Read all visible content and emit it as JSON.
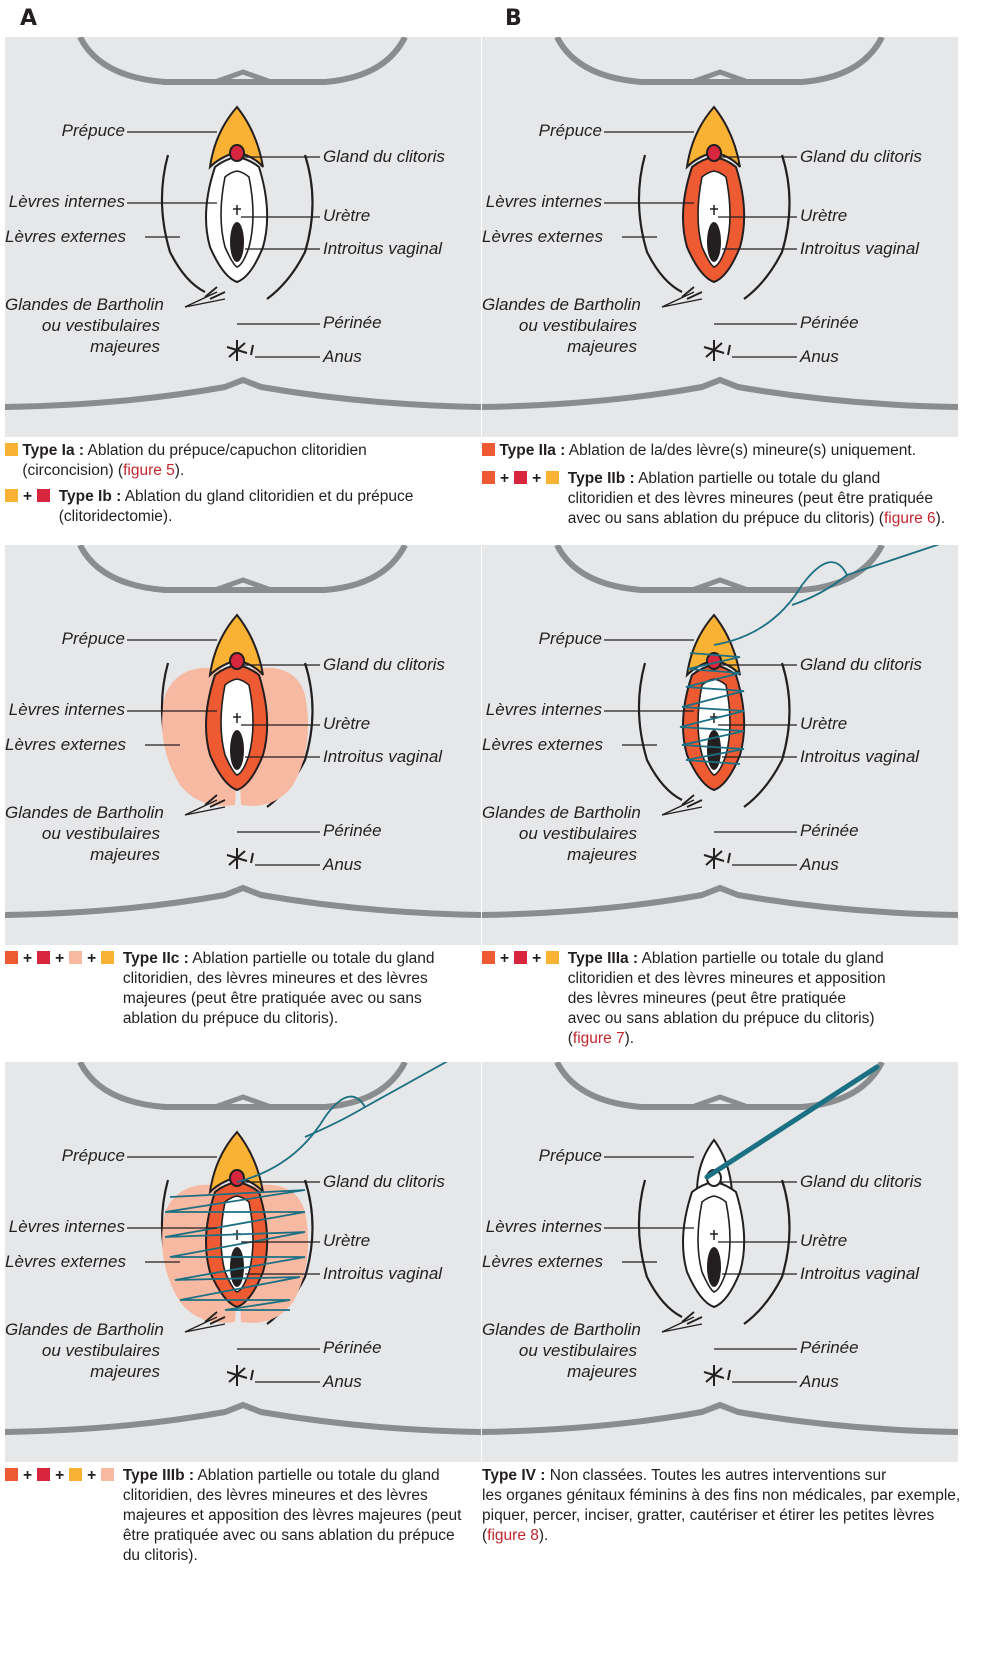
{
  "columns": [
    "A",
    "B"
  ],
  "labels": {
    "prepuce": "Prépuce",
    "gland": "Gland du clitoris",
    "levres_internes": "Lèvres internes",
    "uretre": "Urètre",
    "levres_externes": "Lèvres externes",
    "introitus": "Introitus vaginal",
    "bartholin_1": "Glandes de Bartholin",
    "bartholin_2": "ou vestibulaires",
    "bartholin_3": "majeures",
    "perinee": "Périnée",
    "anus": "Anus"
  },
  "colors": {
    "prepuce": "#f9b233",
    "gland": "#d7263d",
    "petites_levres": "#ee5a32",
    "grandes_levres": "#f7b9a1",
    "suture": "#1b7083",
    "panel_bg": "#e6e7e8"
  },
  "legends": {
    "ia": {
      "title": "Type Ia :",
      "text": " Ablation du prépuce/capuchon clitoridien",
      "text2": "(circoncision) (",
      "link": "figure 5",
      "end": ")."
    },
    "ib": {
      "title": "Type Ib :",
      "text": " Ablation du gland clitoridien et du prépuce",
      "text2": "(clitoridectomie)."
    },
    "iia": {
      "title": "Type IIa :",
      "text": " Ablation de la/des lèvre(s) mineure(s) uniquement."
    },
    "iib": {
      "title": "Type IIb :",
      "text": " Ablation partielle ou totale du gland",
      "text2": "clitoridien et des lèvres mineures (peut être pratiquée",
      "text3": "avec ou sans ablation du prépuce du clitoris) (",
      "link": "figure 6",
      "end": ")."
    },
    "iic": {
      "title": "Type IIc :",
      "text": " Ablation partielle ou totale du gland",
      "text2": "clitoridien, des lèvres mineures et des lèvres",
      "text3": "majeures (peut être pratiquée avec ou sans",
      "text4": "ablation du prépuce du clitoris)."
    },
    "iiia": {
      "title": "Type IIIa :",
      "text": " Ablation partielle ou totale du gland",
      "text2": "clitoridien et des lèvres mineures et apposition",
      "text3": "des lèvres mineures (peut être pratiquée",
      "text4": "avec ou sans ablation du prépuce du clitoris)",
      "text5": "(",
      "link": "figure 7",
      "end": ")."
    },
    "iiib": {
      "title": "Type IIIb :",
      "text": " Ablation partielle ou totale du gland",
      "text2": "clitoridien, des lèvres mineures et des lèvres",
      "text3": "majeures et apposition des lèvres majeures (peut",
      "text4": "être pratiquée avec ou sans ablation du prépuce",
      "text5": "du clitoris)."
    },
    "iv": {
      "title": "Type IV :",
      "text": " Non classées. Toutes les autres interventions sur",
      "text2": "les organes génitaux féminins à des fins non médicales, par exemple,",
      "text3": "piquer, percer, inciser, gratter, cautériser et étirer les petites lèvres",
      "text4": "(",
      "link": "figure 8",
      "end": ")."
    }
  },
  "plus": "+"
}
